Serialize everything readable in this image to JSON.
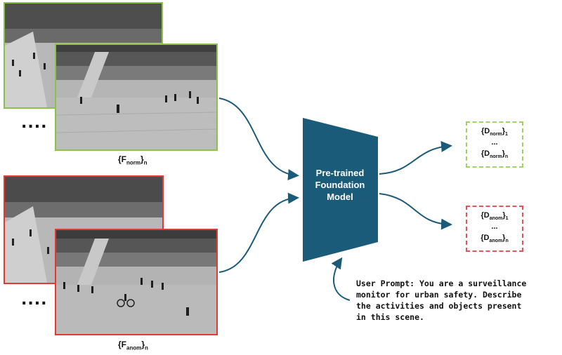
{
  "diagram": {
    "normal_label": {
      "base": "{F",
      "sub": "norm",
      "close": "}",
      "tail": "n"
    },
    "anomaly_label": {
      "base": "{F",
      "sub": "anom",
      "close": "}",
      "tail": "n"
    },
    "ellipsis": "....",
    "model": {
      "line1": "Pre-trained",
      "line2": "Foundation",
      "line3": "Model",
      "color": "#1b5b7a"
    },
    "normal_output": {
      "first": {
        "base": "{D",
        "sub": "norm",
        "close": "}",
        "tail": "1"
      },
      "dots": "...",
      "last": {
        "base": "{D",
        "sub": "norm",
        "close": "}",
        "tail": "n"
      },
      "border_color": "#9fd36a"
    },
    "anomaly_output": {
      "first": {
        "base": "{D",
        "sub": "anom",
        "close": "}",
        "tail": "1"
      },
      "dots": "...",
      "last": {
        "base": "{D",
        "sub": "anom",
        "close": "}",
        "tail": "n"
      },
      "border_color": "#e2555a"
    },
    "prompt": "User Prompt: You are a surveillance\nmonitor for urban safety. Describe\nthe activities and objects present\nin this scene.",
    "colors": {
      "normal_frame": "#8bc34a",
      "anomaly_frame": "#e53935",
      "arrow": "#1b5b7a"
    }
  }
}
